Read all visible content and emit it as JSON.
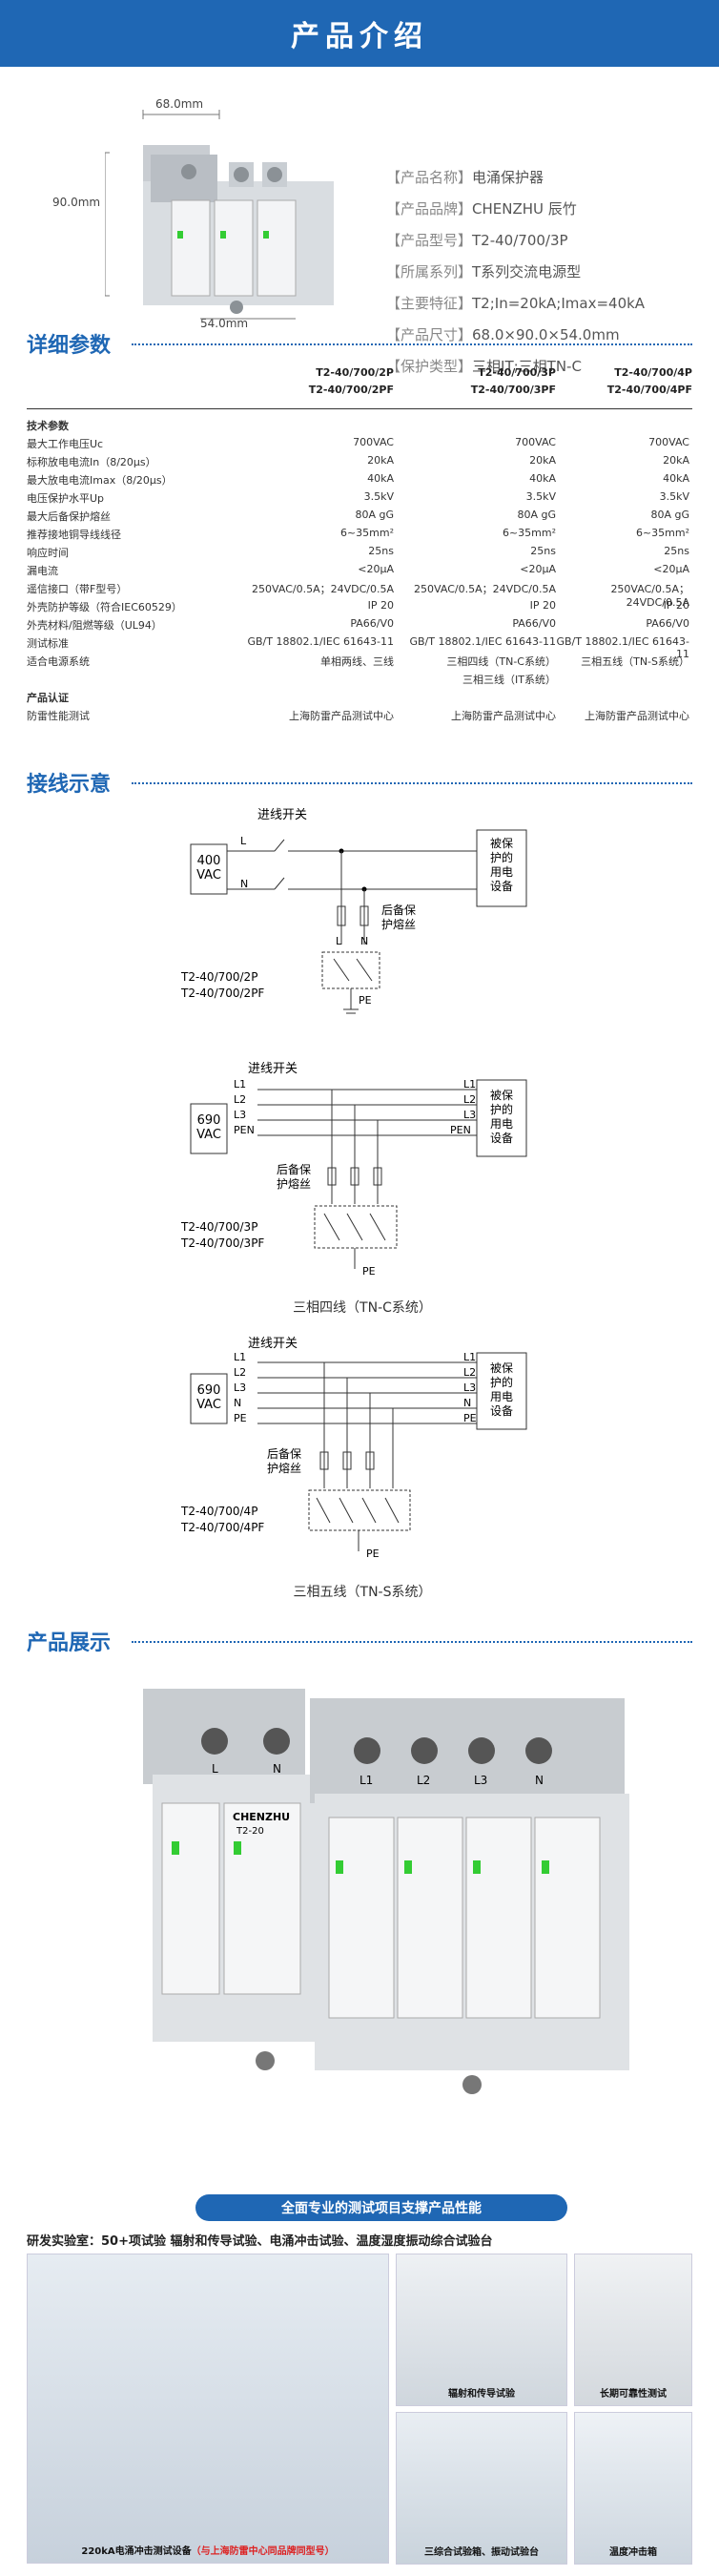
{
  "header": {
    "title": "产品介绍"
  },
  "intro": {
    "dims": {
      "width_top": "68.0mm",
      "height": "90.0mm",
      "width_bottom": "54.0mm"
    },
    "specs": [
      {
        "label": "【产品名称】",
        "value": "电涌保护器"
      },
      {
        "label": "【产品品牌】",
        "value": "CHENZHU 辰竹"
      },
      {
        "label": "【产品型号】",
        "value": "T2-40/700/3P"
      },
      {
        "label": "【所属系列】",
        "value": "T系列交流电源型"
      },
      {
        "label": "【主要特征】",
        "value": "T2;In=20kA;Imax=40kA"
      },
      {
        "label": "【产品尺寸】",
        "value": "68.0×90.0×54.0mm"
      },
      {
        "label": "【保护类型】",
        "value": "三相IT;三相TN-C"
      }
    ]
  },
  "params": {
    "title": "详细参数",
    "columns": [
      {
        "l1": "T2-40/700/2P",
        "l2": "T2-40/700/2PF"
      },
      {
        "l1": "T2-40/700/3P",
        "l2": "T2-40/700/3PF"
      },
      {
        "l1": "T2-40/700/4P",
        "l2": "T2-40/700/4PF"
      }
    ],
    "rows": [
      {
        "k": "技术参数",
        "v": [
          "",
          "",
          ""
        ],
        "bold": true
      },
      {
        "k": "最大工作电压Uc",
        "v": [
          "700VAC",
          "700VAC",
          "700VAC"
        ]
      },
      {
        "k": "标称放电电流In（8/20μs）",
        "v": [
          "20kA",
          "20kA",
          "20kA"
        ]
      },
      {
        "k": "最大放电电流Imax（8/20μs）",
        "v": [
          "40kA",
          "40kA",
          "40kA"
        ]
      },
      {
        "k": "电压保护水平Up",
        "v": [
          "3.5kV",
          "3.5kV",
          "3.5kV"
        ]
      },
      {
        "k": "最大后备保护熔丝",
        "v": [
          "80A gG",
          "80A gG",
          "80A gG"
        ]
      },
      {
        "k": "推荐接地铜导线线径",
        "v": [
          "6~35mm²",
          "6~35mm²",
          "6~35mm²"
        ]
      },
      {
        "k": "响应时间",
        "v": [
          "25ns",
          "25ns",
          "25ns"
        ]
      },
      {
        "k": "漏电流",
        "v": [
          "<20μA",
          "<20μA",
          "<20μA"
        ]
      },
      {
        "k": "遥信接口（带F型号）",
        "v": [
          "250VAC/0.5A；24VDC/0.5A",
          "250VAC/0.5A；24VDC/0.5A",
          "250VAC/0.5A；24VDC/0.5A"
        ]
      },
      {
        "k": "外壳防护等级（符合IEC60529）",
        "v": [
          "IP 20",
          "IP 20",
          "IP 20"
        ]
      },
      {
        "k": "外壳材料/阻燃等级（UL94）",
        "v": [
          "PA66/V0",
          "PA66/V0",
          "PA66/V0"
        ]
      },
      {
        "k": "测试标准",
        "v": [
          "GB/T 18802.1/IEC 61643-11",
          "GB/T 18802.1/IEC 61643-11",
          "GB/T 18802.1/IEC 61643-11"
        ]
      },
      {
        "k": "适合电源系统",
        "v": [
          "单相两线、三线",
          "三相四线（TN-C系统）",
          "三相五线（TN-S系统）"
        ]
      },
      {
        "k": "",
        "v": [
          "",
          "三相三线（IT系统）",
          ""
        ]
      },
      {
        "k": "产品认证",
        "v": [
          "",
          "",
          ""
        ],
        "bold": true
      },
      {
        "k": "防雷性能测试",
        "v": [
          "上海防雷产品测试中心",
          "上海防雷产品测试中心",
          "上海防雷产品测试中心"
        ]
      }
    ]
  },
  "wiring": {
    "title": "接线示意",
    "d1": {
      "switch": "进线开关",
      "source": "400\nVAC",
      "device": "被保\n护的\n用电\n设备",
      "fuse": "后备保\n护熔丝",
      "model1": "T2-40/700/2P",
      "model2": "T2-40/700/2PF",
      "L": "L",
      "N": "N",
      "PE": "PE"
    },
    "d2": {
      "switch": "进线开关",
      "source": "690\nVAC",
      "device": "被保\n护的\n用电\n设备",
      "fuse": "后备保\n护熔丝",
      "model1": "T2-40/700/3P",
      "model2": "T2-40/700/3PF",
      "caption": "三相四线（TN-C系统）",
      "PE": "PE"
    },
    "d3": {
      "switch": "进线开关",
      "source": "690\nVAC",
      "device": "被保\n护的\n用电\n设备",
      "fuse": "后备保\n护熔丝",
      "model1": "T2-40/700/4P",
      "model2": "T2-40/700/4PF",
      "caption": "三相五线（TN-S系统）",
      "PE": "PE"
    }
  },
  "showcase": {
    "title": "产品展示",
    "brand": "CHENZHU",
    "model": "T2-20",
    "terminals_small": [
      "L",
      "N"
    ],
    "terminals_large": [
      "L1",
      "L2",
      "L3",
      "N"
    ]
  },
  "lab": {
    "banner": "全面专业的测试项目支撑产品性能",
    "title": "研发实验室：50+项试验    辐射和传导试验、电涌冲击试验、温度湿度振动综合试验台",
    "photos": [
      {
        "cap": "220kA电涌冲击测试设备",
        "note": "（与上海防雷中心同品牌同型号）"
      },
      {
        "cap": "辐射和传导试验",
        "note": ""
      },
      {
        "cap": "长期可靠性测试",
        "note": ""
      },
      {
        "cap": "三综合试验箱、振动试验台",
        "note": ""
      },
      {
        "cap": "温度冲击箱",
        "note": ""
      }
    ]
  }
}
